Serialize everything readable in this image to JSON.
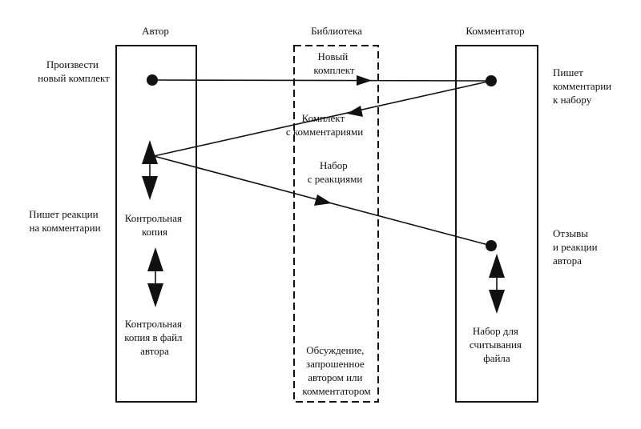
{
  "columns": {
    "author": "Автор",
    "library": "Библиотека",
    "commentator": "Комментатор"
  },
  "side_labels": {
    "produce_new_set": [
      "Произвести",
      "новый комплект"
    ],
    "writes_reactions": [
      "Пишет реакции",
      "на комментарии"
    ],
    "writes_comments": [
      "Пишет",
      "комментарии",
      "к набору"
    ],
    "reviews_and_reactions": [
      "Отзывы",
      "и реакции",
      "автора"
    ]
  },
  "flow_labels": {
    "new_set": [
      "Новый",
      "комплект"
    ],
    "set_with_comments": [
      "Комплект",
      "с комментариями"
    ],
    "set_with_reactions": [
      "Набор",
      "с реакциями"
    ]
  },
  "box_labels": {
    "control_copy": [
      "Контрольная",
      "копия"
    ],
    "control_copy_in_file": [
      "Контрольная",
      "копия в файл",
      "автора"
    ],
    "discussion": [
      "Обсуждение,",
      "запрошенное",
      "автором или",
      "комментатором"
    ],
    "reading_set": [
      "Набор для",
      "считывания",
      "файла"
    ]
  }
}
